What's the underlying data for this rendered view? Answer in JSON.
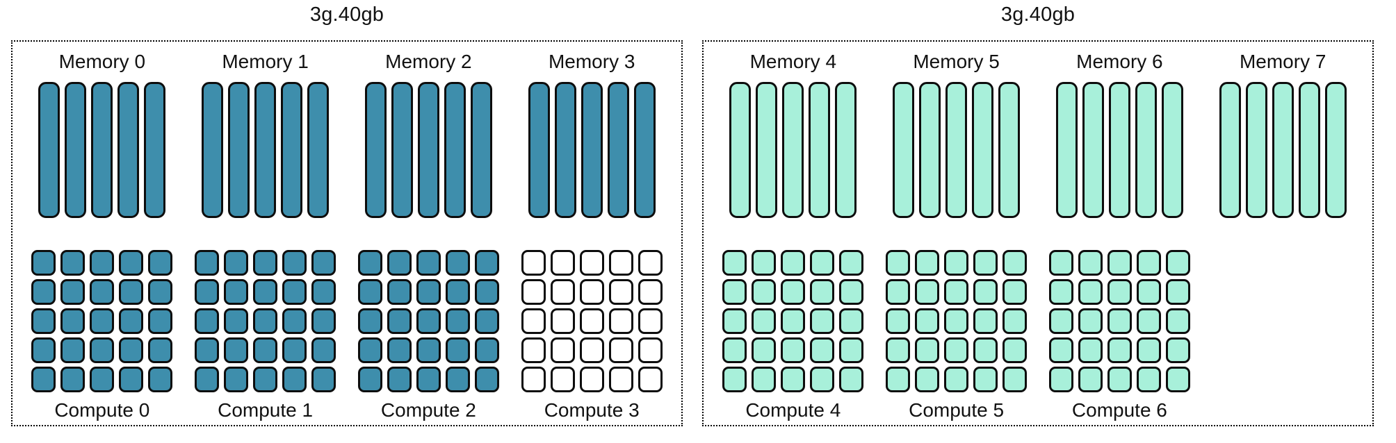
{
  "colors": {
    "teal_fill": "#3e8eac",
    "mint_fill": "#a8f0da",
    "empty_fill": "#ffffff",
    "outline": "#0d0d0d"
  },
  "memory_bars_per_group": 5,
  "compute_grid": {
    "rows": 5,
    "cols": 5
  },
  "instances": [
    {
      "title": "3g.40gb",
      "fill_color": "#3e8eac",
      "groups": [
        {
          "memory_label": "Memory 0",
          "memory_filled": true,
          "has_compute": true,
          "compute_label": "Compute 0",
          "compute_filled": true
        },
        {
          "memory_label": "Memory 1",
          "memory_filled": true,
          "has_compute": true,
          "compute_label": "Compute 1",
          "compute_filled": true
        },
        {
          "memory_label": "Memory 2",
          "memory_filled": true,
          "has_compute": true,
          "compute_label": "Compute 2",
          "compute_filled": true
        },
        {
          "memory_label": "Memory 3",
          "memory_filled": true,
          "has_compute": true,
          "compute_label": "Compute 3",
          "compute_filled": false
        }
      ]
    },
    {
      "title": "3g.40gb",
      "fill_color": "#a8f0da",
      "groups": [
        {
          "memory_label": "Memory 4",
          "memory_filled": true,
          "has_compute": true,
          "compute_label": "Compute 4",
          "compute_filled": true
        },
        {
          "memory_label": "Memory 5",
          "memory_filled": true,
          "has_compute": true,
          "compute_label": "Compute 5",
          "compute_filled": true
        },
        {
          "memory_label": "Memory 6",
          "memory_filled": true,
          "has_compute": true,
          "compute_label": "Compute 6",
          "compute_filled": true
        },
        {
          "memory_label": "Memory 7",
          "memory_filled": true,
          "has_compute": false
        }
      ]
    }
  ]
}
